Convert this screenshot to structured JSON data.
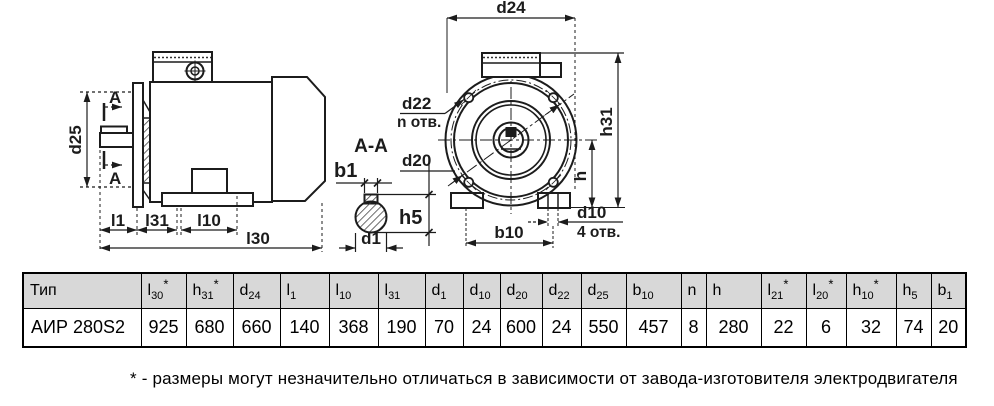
{
  "drawing": {
    "side_view": {
      "d25": "d25",
      "section_a_top": "А",
      "section_a_bottom": "А",
      "l1": "l1",
      "l31": "l31",
      "l10": "l10",
      "l30": "l30"
    },
    "section_view": {
      "title": "А-А",
      "b1": "b1",
      "h5": "h5",
      "d1": "d1"
    },
    "front_view": {
      "d24": "d24",
      "d22": "d22",
      "n_holes": "n отв.",
      "d20": "d20",
      "h31": "h31",
      "h": "h",
      "d10": "d10",
      "four_holes": "4 отв.",
      "b10": "b10"
    }
  },
  "table": {
    "header": [
      {
        "base": "Тип",
        "sub": "",
        "star": false
      },
      {
        "base": "l",
        "sub": "30",
        "star": true
      },
      {
        "base": "h",
        "sub": "31",
        "star": true
      },
      {
        "base": "d",
        "sub": "24",
        "star": false
      },
      {
        "base": "l",
        "sub": "1",
        "star": false
      },
      {
        "base": "l",
        "sub": "10",
        "star": false
      },
      {
        "base": "l",
        "sub": "31",
        "star": false
      },
      {
        "base": "d",
        "sub": "1",
        "star": false
      },
      {
        "base": "d",
        "sub": "10",
        "star": false
      },
      {
        "base": "d",
        "sub": "20",
        "star": false
      },
      {
        "base": "d",
        "sub": "22",
        "star": false
      },
      {
        "base": "d",
        "sub": "25",
        "star": false
      },
      {
        "base": "b",
        "sub": "10",
        "star": false
      },
      {
        "base": "n",
        "sub": "",
        "star": false
      },
      {
        "base": "h",
        "sub": "",
        "star": false
      },
      {
        "base": "l",
        "sub": "21",
        "star": true
      },
      {
        "base": "l",
        "sub": "20",
        "star": true
      },
      {
        "base": "h",
        "sub": "10",
        "star": true
      },
      {
        "base": "h",
        "sub": "5",
        "star": false
      },
      {
        "base": "b",
        "sub": "1",
        "star": false
      }
    ],
    "rows": [
      [
        "АИР 280S2",
        "925",
        "680",
        "660",
        "140",
        "368",
        "190",
        "70",
        "24",
        "600",
        "24",
        "550",
        "457",
        "8",
        "280",
        "22",
        "6",
        "32",
        "74",
        "20"
      ]
    ]
  },
  "footnote": "* - размеры могут незначительно отличаться в зависимости от завода-изготовителя электродвигателя",
  "colors": {
    "line": "#1c1c1c",
    "table_header_bg": "#d8d8d8",
    "background": "#ffffff"
  }
}
